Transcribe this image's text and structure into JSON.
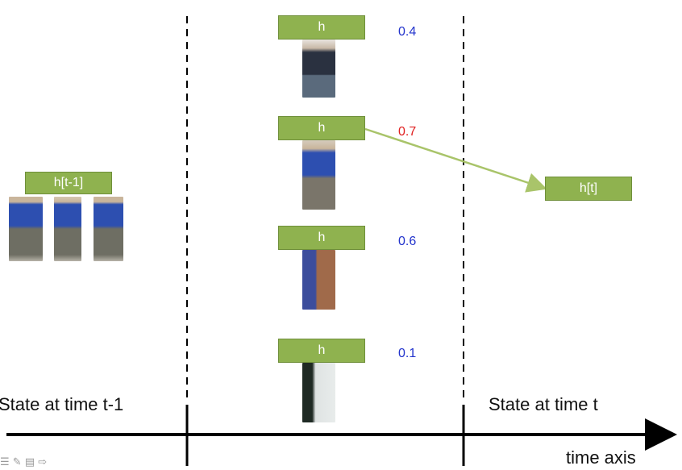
{
  "left_state": {
    "box_label": "h[t-1]",
    "caption": "State at time t-1"
  },
  "candidates": [
    {
      "label": "h",
      "score": "0.4",
      "score_color": "#2233cc"
    },
    {
      "label": "h",
      "score": "0.7",
      "score_color": "#e02020"
    },
    {
      "label": "h",
      "score": "0.6",
      "score_color": "#2233cc"
    },
    {
      "label": "h",
      "score": "0.1",
      "score_color": "#2233cc"
    }
  ],
  "right_state": {
    "box_label": "h[t]",
    "caption": "State at time t"
  },
  "axis": {
    "label": "time axis"
  },
  "colors": {
    "box_fill": "#8fb24f",
    "arrow": "#a9c46a",
    "axis": "#000000"
  },
  "slide_controls": {
    "icons": [
      "menu-icon",
      "pen-icon",
      "notes-icon",
      "next-arrow-icon"
    ]
  }
}
